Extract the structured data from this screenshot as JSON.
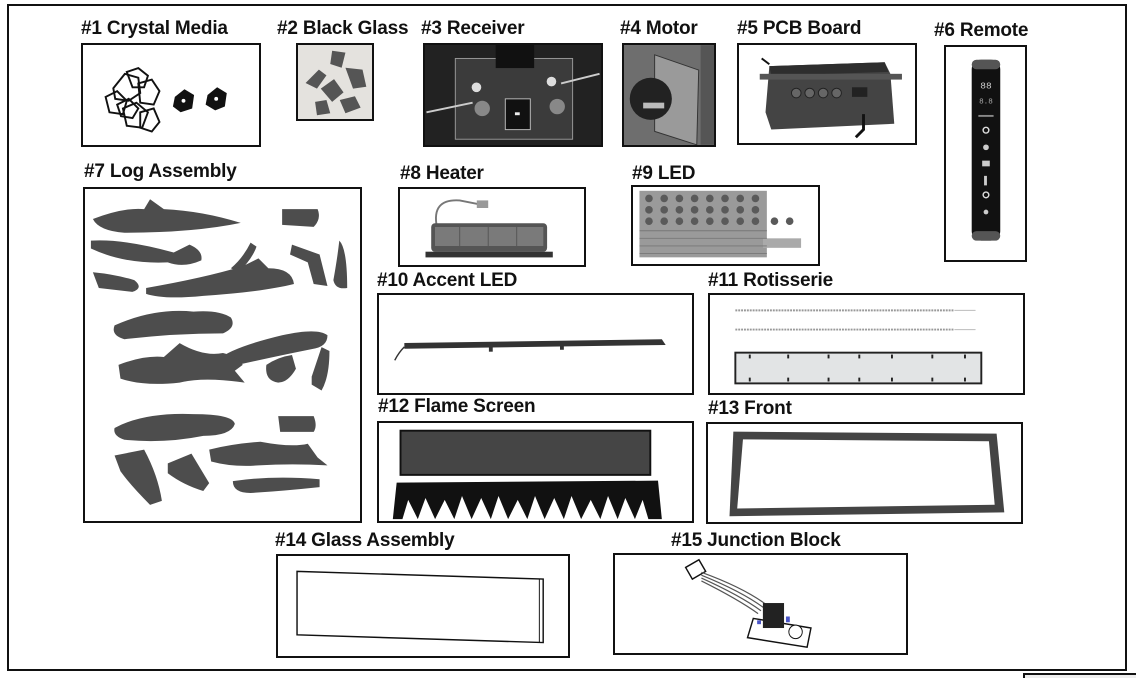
{
  "document": {
    "type": "parts diagram",
    "parts": [
      {
        "number": "#1",
        "name": "Crystal Media",
        "label": "#1 Crystal Media"
      },
      {
        "number": "#2",
        "name": "Black Glass",
        "label": "#2 Black Glass"
      },
      {
        "number": "#3",
        "name": "Receiver",
        "label": "#3 Receiver"
      },
      {
        "number": "#4",
        "name": "Motor",
        "label": "#4 Motor"
      },
      {
        "number": "#5",
        "name": "PCB Board",
        "label": "#5 PCB Board"
      },
      {
        "number": "#6",
        "name": "Remote",
        "label": "#6 Remote"
      },
      {
        "number": "#7",
        "name": "Log Assembly",
        "label": "#7 Log Assembly"
      },
      {
        "number": "#8",
        "name": "Heater",
        "label": "#8 Heater"
      },
      {
        "number": "#9",
        "name": "LED",
        "label": "#9 LED"
      },
      {
        "number": "#10",
        "name": "Accent LED",
        "label": "#10 Accent LED"
      },
      {
        "number": "#11",
        "name": "Rotisserie",
        "label": "#11 Rotisserie"
      },
      {
        "number": "#12",
        "name": "Flame Screen",
        "label": "#12 Flame Screen"
      },
      {
        "number": "#13",
        "name": "Front",
        "label": "#13 Front"
      },
      {
        "number": "#14",
        "name": "Glass Assembly",
        "label": "#14 Glass Assembly"
      },
      {
        "number": "#15",
        "name": "Junction Block",
        "label": "#15 Junction Block"
      }
    ]
  },
  "colors": {
    "border": "#111111",
    "part_dark": "#3a3a3a",
    "part_mid": "#5a5a5a",
    "junction_accent": "#4a55c8"
  }
}
